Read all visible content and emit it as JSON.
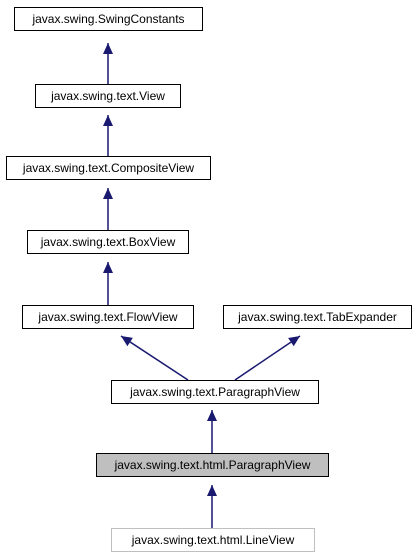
{
  "nodes": {
    "swing_constants": "javax.swing.SwingConstants",
    "view": "javax.swing.text.View",
    "composite_view": "javax.swing.text.CompositeView",
    "box_view": "javax.swing.text.BoxView",
    "flow_view": "javax.swing.text.FlowView",
    "tab_expander": "javax.swing.text.TabExpander",
    "paragraph_view": "javax.swing.text.ParagraphView",
    "html_paragraph_view": "javax.swing.text.html.ParagraphView",
    "html_line_view": "javax.swing.text.html.LineView"
  },
  "colors": {
    "arrow": "#191970",
    "current_fill": "#bfbfbf",
    "derived_border": "#bfbfbf"
  }
}
